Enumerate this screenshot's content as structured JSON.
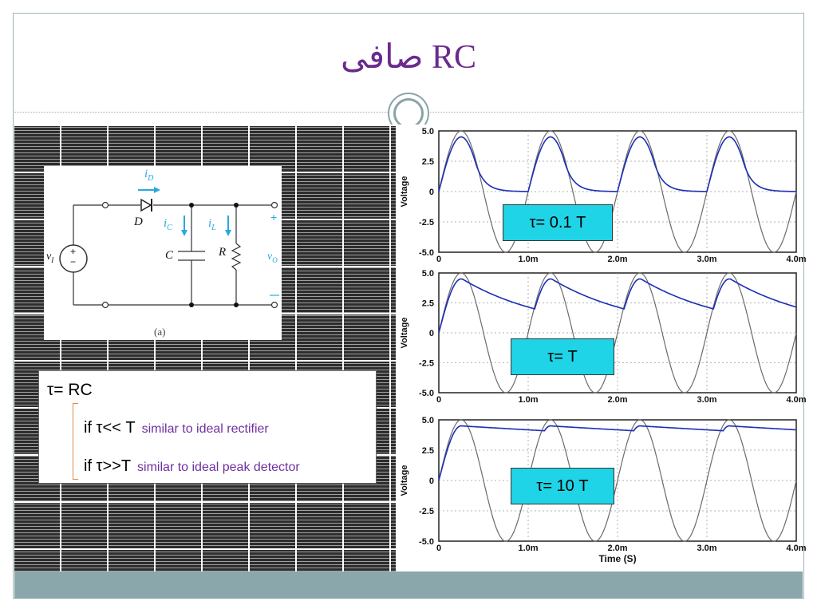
{
  "title": "صافی RC",
  "circuit": {
    "caption": "(a)",
    "labels": {
      "iD": "i",
      "iD_sub": "D",
      "D": "D",
      "iC": "i",
      "iC_sub": "C",
      "iL": "i",
      "iL_sub": "L",
      "C": "C",
      "R": "R",
      "vI": "v",
      "vI_sub": "I",
      "vO": "v",
      "vO_sub": "O",
      "plus": "+",
      "minus": "−",
      "src_plus": "+",
      "src_minus": "−"
    }
  },
  "formula": {
    "tau": "τ= RC",
    "conditions": [
      {
        "cond": "if  τ<< T",
        "desc": "similar to ideal rectifier"
      },
      {
        "cond": "if τ>>T",
        "desc": "similar to ideal peak detector"
      }
    ]
  },
  "colors": {
    "title": "#6b2a8f",
    "output": "#1f2fb8",
    "input": "#6a6a6a",
    "label_box": "#1fd4e6",
    "accent_text": "#7030a0"
  },
  "chart_data": [
    {
      "type": "line",
      "label": "τ= 0.1 T",
      "tau_over_T": 0.1,
      "ylabel": "Voltage",
      "ylim": [
        -5.0,
        5.0
      ],
      "yticks": [
        "5.0",
        "2.5",
        "0",
        "-2.5",
        "-5.0"
      ],
      "xlim": [
        0,
        4.0
      ],
      "xticks": [
        "0",
        "1.0m",
        "2.0m",
        "3.0m",
        "4.0m"
      ],
      "series": [
        {
          "kind": "input",
          "amplitude": 5.0,
          "period_ms": 1.0
        },
        {
          "kind": "output",
          "peak": 4.5
        }
      ]
    },
    {
      "type": "line",
      "label": "τ= T",
      "tau_over_T": 1,
      "ylabel": "Voltage",
      "ylim": [
        -5.0,
        5.0
      ],
      "yticks": [
        "5.0",
        "2.5",
        "0",
        "-2.5",
        "-5.0"
      ],
      "xlim": [
        0,
        4.0
      ],
      "xticks": [
        "0",
        "1.0m",
        "2.0m",
        "3.0m",
        "4.0m"
      ],
      "series": [
        {
          "kind": "input",
          "amplitude": 5.0,
          "period_ms": 1.0
        },
        {
          "kind": "output",
          "peak": 4.5
        }
      ]
    },
    {
      "type": "line",
      "label": "τ= 10 T",
      "tau_over_T": 10,
      "ylabel": "Voltage",
      "ylim": [
        -5.0,
        5.0
      ],
      "yticks": [
        "5.0",
        "2.5",
        "0",
        "-2.5",
        "-5.0"
      ],
      "xlim": [
        0,
        4.0
      ],
      "xticks": [
        "0",
        "1.0m",
        "2.0m",
        "3.0m",
        "4.0m"
      ],
      "xlabel": "Time (S)",
      "series": [
        {
          "kind": "input",
          "amplitude": 5.0,
          "period_ms": 1.0
        },
        {
          "kind": "output",
          "peak": 4.5
        }
      ]
    }
  ]
}
